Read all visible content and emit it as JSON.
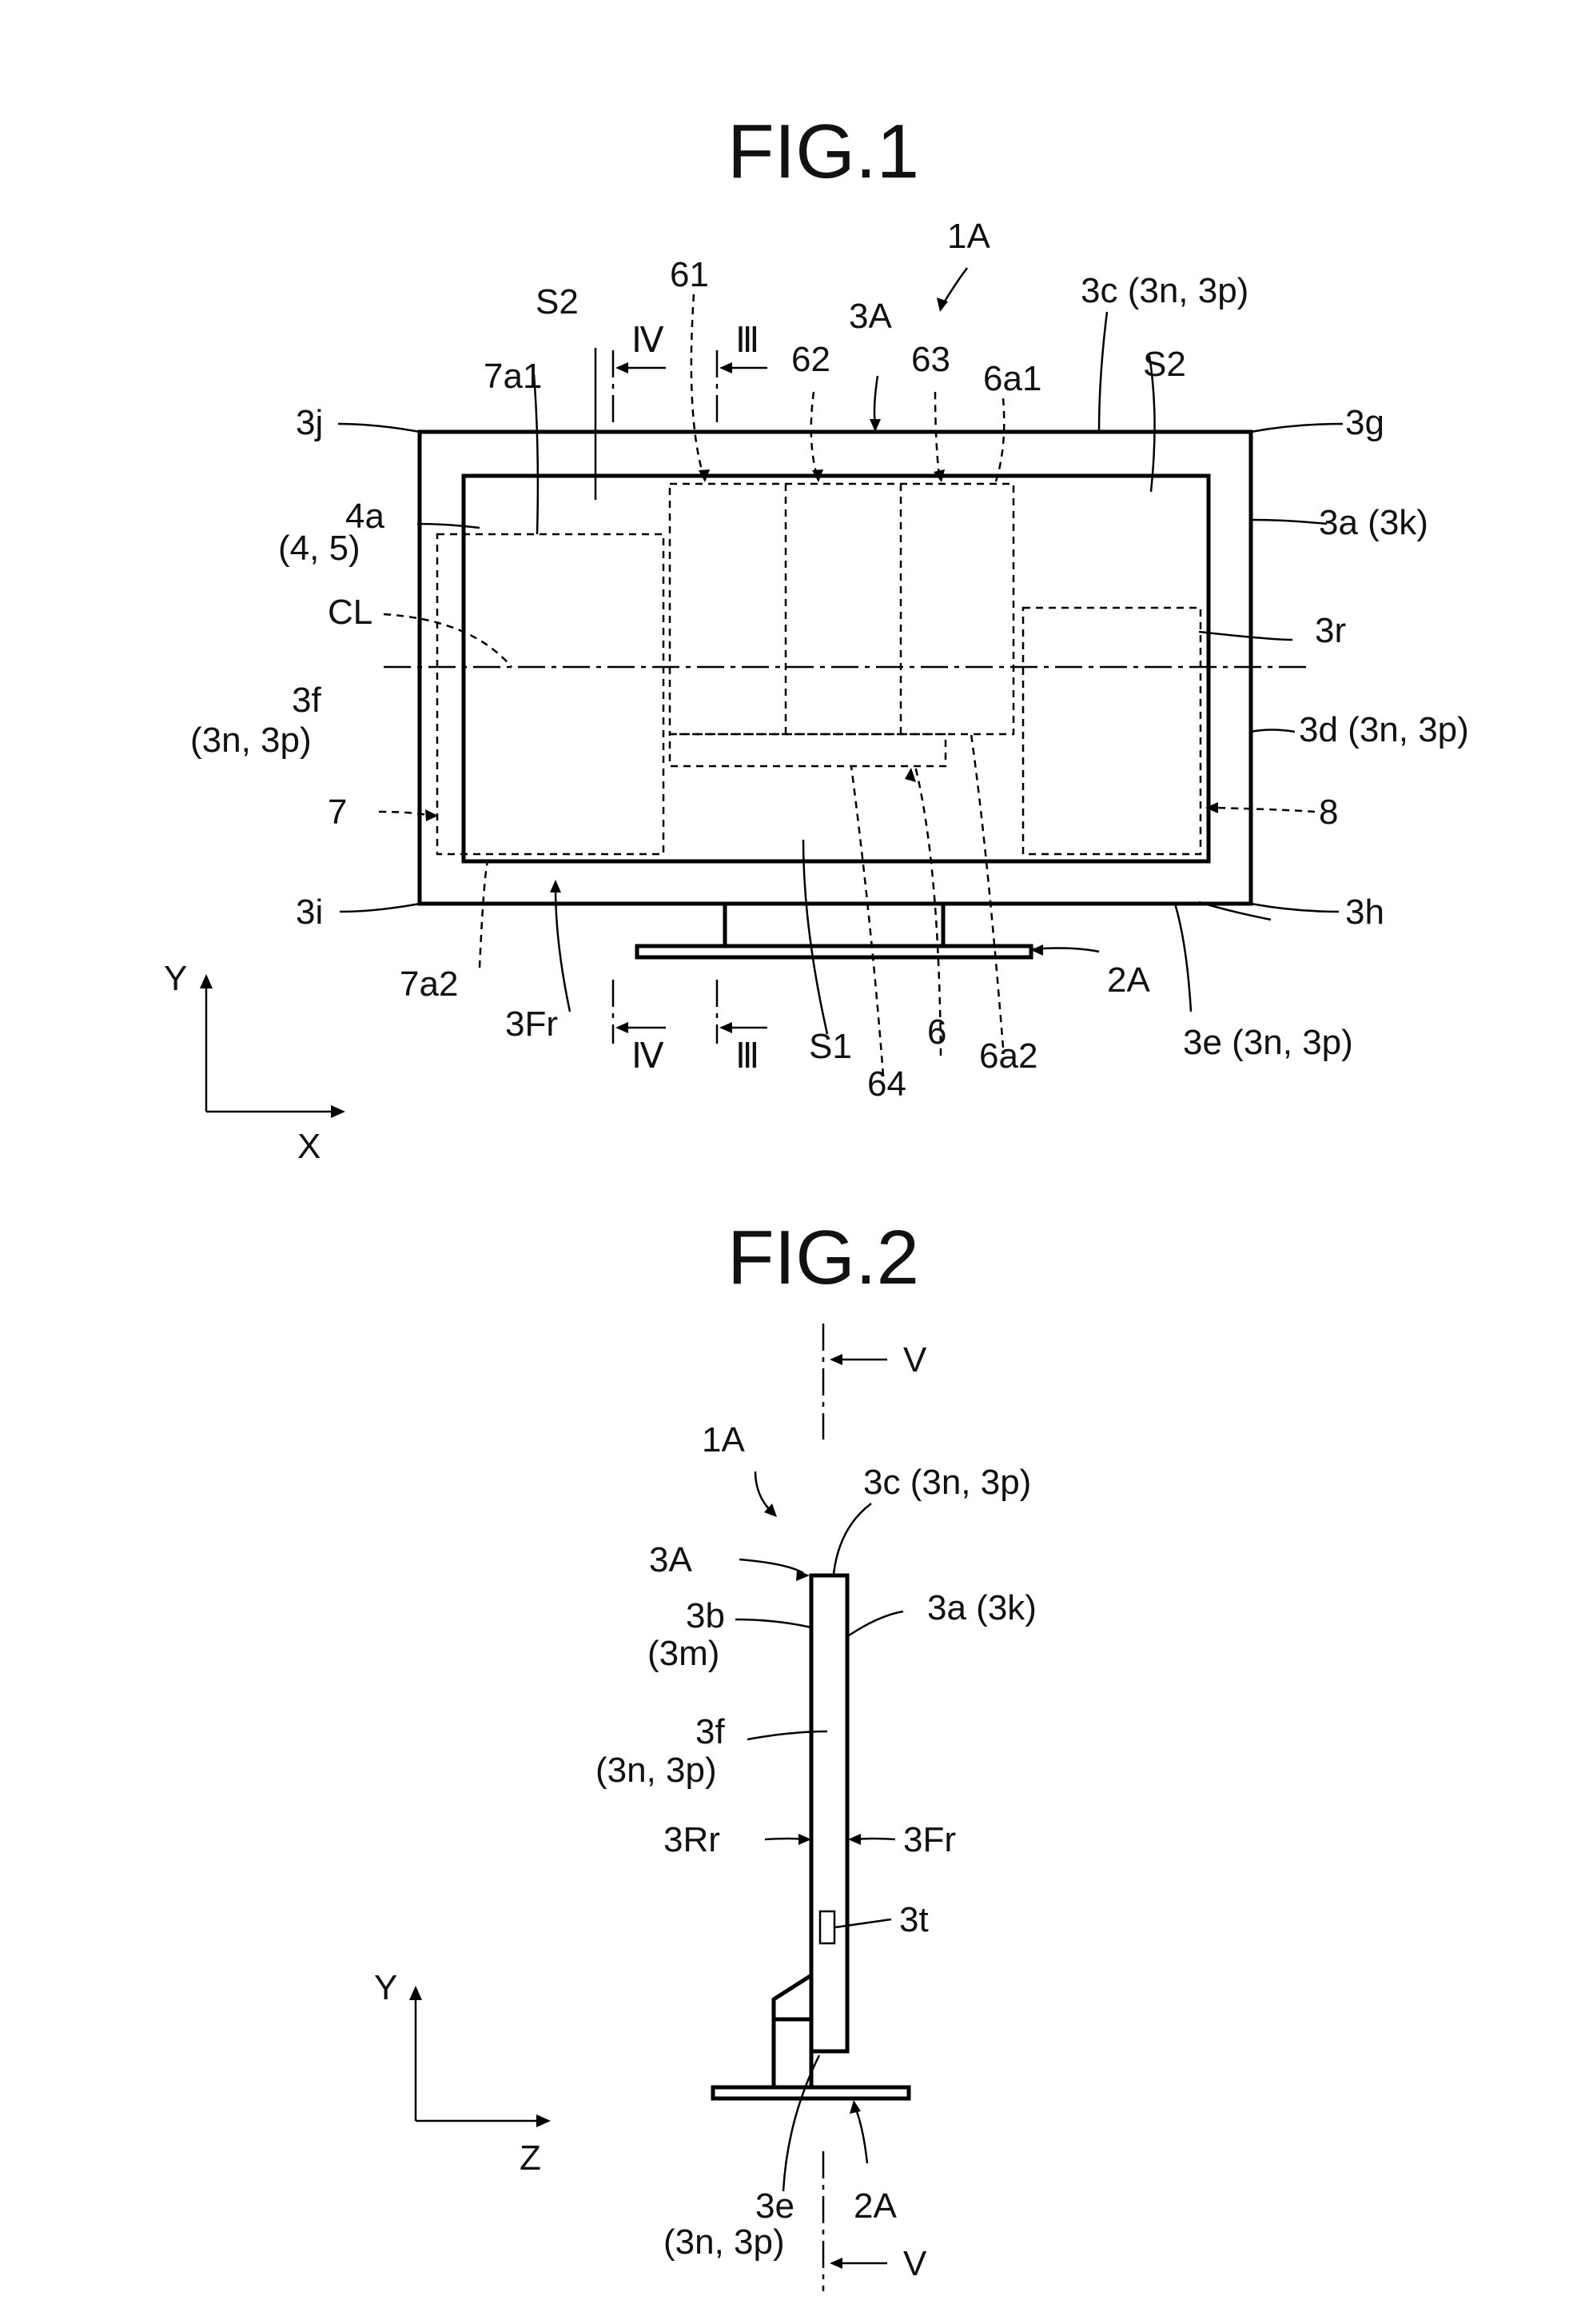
{
  "fig1": {
    "title": "FIG.1",
    "labels": {
      "l_1A": "1A",
      "l_3A": "3A",
      "l_61": "61",
      "l_62": "62",
      "l_63": "63",
      "l_S2a": "S2",
      "l_S2b": "S2",
      "l_7a1": "7a1",
      "l_6a1": "6a1",
      "l_3c": "3c (3n, 3p)",
      "l_3j": "3j",
      "l_3g": "3g",
      "l_4a": "4a",
      "l_45": "(4, 5)",
      "l_3a": "3a (3k)",
      "l_CL": "CL",
      "l_3r": "3r",
      "l_3f": "3f",
      "l_3f2": "(3n, 3p)",
      "l_3d": "3d (3n, 3p)",
      "l_7": "7",
      "l_8": "8",
      "l_3i": "3i",
      "l_3h": "3h",
      "l_2A": "2A",
      "l_7a2": "7a2",
      "l_3Fr": "3Fr",
      "l_S1": "S1",
      "l_6": "6",
      "l_64": "64",
      "l_6a2": "6a2",
      "l_3e": "3e (3n, 3p)",
      "sec_IV_top": "Ⅳ",
      "sec_III_top": "Ⅲ",
      "sec_IV_bot": "Ⅳ",
      "sec_III_bot": "Ⅲ",
      "axis_y": "Y",
      "axis_x": "X"
    }
  },
  "fig2": {
    "title": "FIG.2",
    "labels": {
      "l_V_top": "V",
      "l_1A": "1A",
      "l_3c": "3c (3n, 3p)",
      "l_3A": "3A",
      "l_3b": "3b",
      "l_3m": "(3m)",
      "l_3a": "3a (3k)",
      "l_3f": "3f",
      "l_3f2": "(3n, 3p)",
      "l_3Rr": "3Rr",
      "l_3Fr": "3Fr",
      "l_3t": "3t",
      "l_3e": "3e",
      "l_3e2": "(3n, 3p)",
      "l_2A": "2A",
      "l_V_bot": "V",
      "axis_y": "Y",
      "axis_z": "Z"
    }
  }
}
